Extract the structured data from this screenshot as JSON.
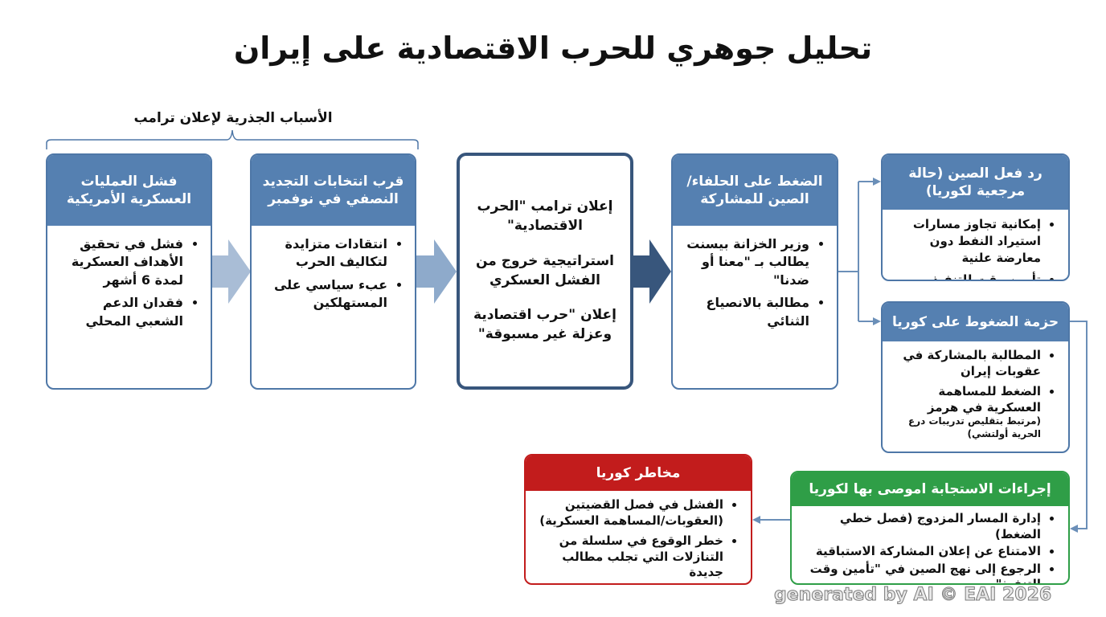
{
  "title": "تحليل جوهري للحرب الاقتصادية على إيران",
  "roots_label": "الأسباب الجذرية لإعلان ترامب",
  "box1": {
    "header": "فشل العمليات العسكرية الأمريكية",
    "items": [
      "فشل في تحقيق الأهداف العسكرية لمدة 6 أشهر",
      "فقدان الدعم الشعبي المحلي"
    ]
  },
  "box2": {
    "header": "قرب انتخابات التجديد النصفي في نوفمبر",
    "items": [
      "انتقادات متزايدة لتكاليف الحرب",
      "عبء سياسي على المستهلكين"
    ]
  },
  "center": {
    "line1": "إعلان ترامب \"الحرب الاقتصادية\"",
    "line2": "استراتيجية خروج من الفشل العسكري",
    "line3": "إعلان \"حرب اقتصادية وعزلة غير مسبوقة\""
  },
  "box3": {
    "header": "الضغط على الحلفاء/ الصين للمشاركة",
    "items": [
      "وزير الخزانة بيسنت يطالب بـ \"معنا أو ضدنا\"",
      "مطالبة بالانصياع الثنائي"
    ]
  },
  "china": {
    "header": "رد فعل الصين (حالة مرجعية لكوريا)",
    "items": [
      "إمكانية تجاوز مسارات استيراد النفط دون معارضة علنية",
      "تأمين وقت للتنفيذ"
    ]
  },
  "pressure": {
    "header": "حزمة الضغوط على كوريا",
    "items": [
      "المطالبة بالمشاركة في عقوبات إيران",
      "الضغط للمساهمة العسكرية في هرمز"
    ],
    "note": "(مرتبط بتقليص تدريبات درع الحرية أولتشي)"
  },
  "response": {
    "header": "إجراءات الاستجابة اموصى بها لكوريا",
    "items": [
      "إدارة المسار المزدوج (فصل خطي الضغط)",
      "الامتناع عن إعلان المشاركة الاستباقية",
      "الرجوع إلى نهج الصين في \"تأمين وقت التنفيذ\""
    ]
  },
  "risks": {
    "header": "مخاطر كوريا",
    "items": [
      "الفشل في فصل القضيتين (العقوبات/المساهمة العسكرية)",
      "خطر الوقوع في سلسلة من التنازلات التي تجلب مطالب جديدة"
    ]
  },
  "watermark": "generated by AI © EAI 2026",
  "colors": {
    "blue_header": "#5580b1",
    "dark_navy": "#38567c",
    "green": "#2f9e47",
    "red": "#c21c1c",
    "light_arrow": "#a9bdd6"
  }
}
